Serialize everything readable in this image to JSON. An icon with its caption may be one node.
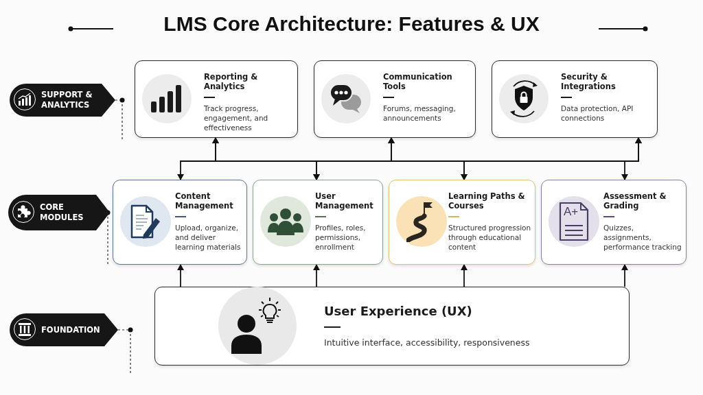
{
  "diagram": {
    "title": "LMS Core Architecture: Features & UX",
    "nodes": [
      {
        "text": [
          "SUPPORT & ANALYTICS"
        ]
      },
      {
        "text": [
          "Reporting & Analytics",
          "Track progress, engagement, and effectiveness"
        ]
      },
      {
        "text": [
          "Communication Tools",
          "Forums, messaging, announcements"
        ]
      },
      {
        "text": [
          "Security & Integrations",
          "Data protection, API connections"
        ]
      },
      {
        "text": [
          "CORE MODULES"
        ]
      },
      {
        "text": [
          "Content Management",
          "Upload, organize, and deliver learning materials"
        ]
      },
      {
        "text": [
          "User Management",
          "Profiles, roles, permissions, enrollment"
        ]
      },
      {
        "text": [
          "Learning Paths & Courses",
          "Structured progression through educational content"
        ]
      },
      {
        "text": [
          "Assessment & Grading",
          "Quizzes, assignments, performance tracking"
        ]
      },
      {
        "text": [
          "FOUNDATION"
        ]
      },
      {
        "text": [
          "User Experience (UX)",
          "Intuitive interface, accessibility, responsiveness"
        ]
      }
    ],
    "edges": [
      {
        "from": 10,
        "to": 5,
        "arrow": "to"
      },
      {
        "from": 10,
        "to": 6,
        "arrow": "to"
      },
      {
        "from": 10,
        "to": 7,
        "arrow": "to"
      },
      {
        "from": 10,
        "to": 8,
        "arrow": "to"
      },
      {
        "from": 5,
        "to": 1,
        "arrow": "both"
      },
      {
        "from": 6,
        "to": 1,
        "arrow": "both"
      },
      {
        "from": 6,
        "to": 2,
        "arrow": "both"
      },
      {
        "from": 7,
        "to": 2,
        "arrow": "both"
      },
      {
        "from": 7,
        "to": 3,
        "arrow": "both"
      },
      {
        "from": 8,
        "to": 3,
        "arrow": "both"
      }
    ],
    "labels": [
      "A+"
    ]
  }
}
